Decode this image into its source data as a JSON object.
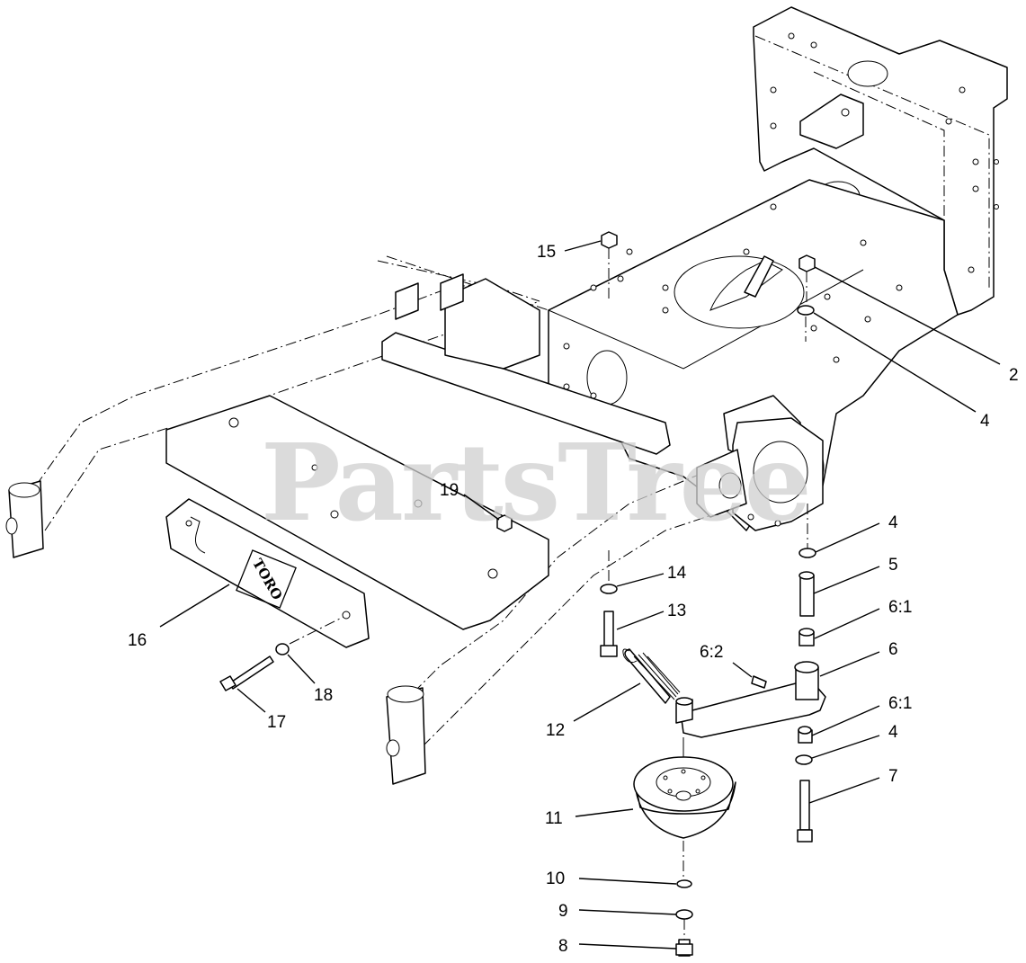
{
  "watermark": "PartsTree",
  "logo_text": "TORO",
  "callouts": [
    {
      "id": "c15",
      "label": "15"
    },
    {
      "id": "c2",
      "label": "2"
    },
    {
      "id": "c4a",
      "label": "4"
    },
    {
      "id": "c19",
      "label": "19"
    },
    {
      "id": "c4b",
      "label": "4"
    },
    {
      "id": "c5",
      "label": "5"
    },
    {
      "id": "c14",
      "label": "14"
    },
    {
      "id": "c13",
      "label": "13"
    },
    {
      "id": "c61a",
      "label": "6:1"
    },
    {
      "id": "c62",
      "label": "6:2"
    },
    {
      "id": "c6",
      "label": "6"
    },
    {
      "id": "c16",
      "label": "16"
    },
    {
      "id": "c18",
      "label": "18"
    },
    {
      "id": "c17",
      "label": "17"
    },
    {
      "id": "c12",
      "label": "12"
    },
    {
      "id": "c61b",
      "label": "6:1"
    },
    {
      "id": "c4c",
      "label": "4"
    },
    {
      "id": "c7",
      "label": "7"
    },
    {
      "id": "c11",
      "label": "11"
    },
    {
      "id": "c10",
      "label": "10"
    },
    {
      "id": "c9",
      "label": "9"
    },
    {
      "id": "c8",
      "label": "8"
    }
  ]
}
